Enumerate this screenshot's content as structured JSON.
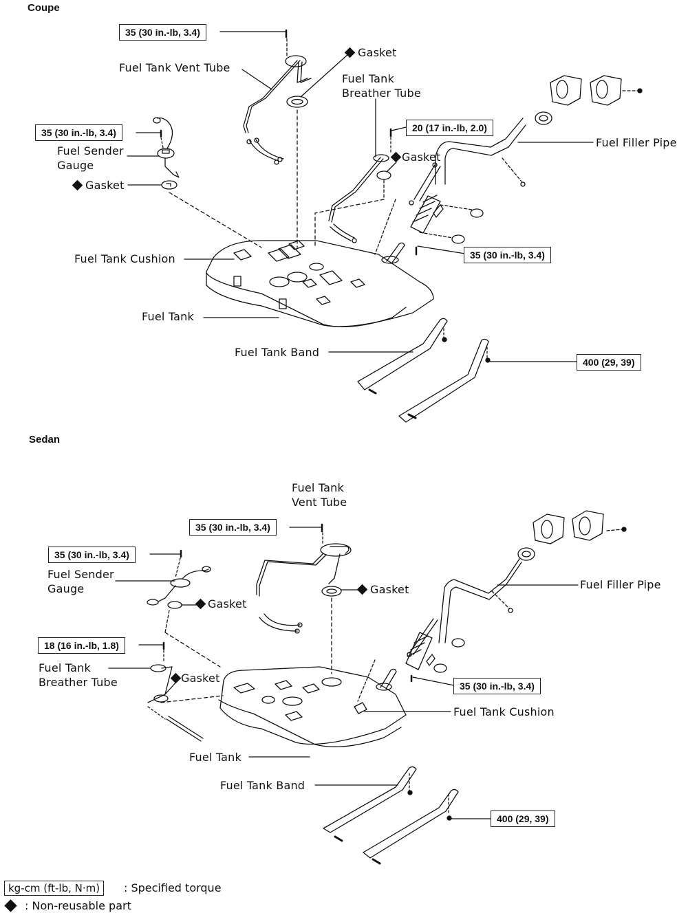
{
  "sections": {
    "coupe": {
      "title": "Coupe",
      "labels": {
        "vent_tube": "Fuel Tank Vent Tube",
        "gasket_top": "Gasket",
        "breather_tube": [
          "Fuel Tank",
          "Breather Tube"
        ],
        "gasket_breather": "Gasket",
        "sender_gauge": [
          "Fuel Sender",
          "Gauge"
        ],
        "gasket_sender": "Gasket",
        "filler_pipe": "Fuel Filler Pipe",
        "tank_cushion": "Fuel Tank Cushion",
        "tank": "Fuel Tank",
        "tank_band": "Fuel Tank Band"
      },
      "torques": {
        "vent_tube_bolt": "35 (30 in.-lb, 3.4)",
        "sender_bolt": "35 (30 in.-lb, 3.4)",
        "breather_bolt": "20 (17 in.-lb, 2.0)",
        "filler_bolt": "35 (30 in.-lb, 3.4)",
        "band_bolt": "400 (29, 39)"
      }
    },
    "sedan": {
      "title": "Sedan",
      "labels": {
        "vent_tube": [
          "Fuel Tank",
          "Vent Tube"
        ],
        "gasket_vent": "Gasket",
        "sender_gauge": [
          "Fuel Sender",
          "Gauge"
        ],
        "gasket_sender": "Gasket",
        "breather_tube": [
          "Fuel Tank",
          "Breather Tube"
        ],
        "gasket_breather": "Gasket",
        "filler_pipe": "Fuel Filler Pipe",
        "tank_cushion": "Fuel Tank Cushion",
        "tank": "Fuel Tank",
        "tank_band": "Fuel Tank Band"
      },
      "torques": {
        "vent_tube_bolt": "35 (30 in.-lb, 3.4)",
        "sender_bolt": "35 (30 in.-lb, 3.4)",
        "breather_bolt": "18 (16 in.-lb, 1.8)",
        "filler_bolt": "35 (30 in.-lb, 3.4)",
        "band_bolt": "400 (29, 39)"
      }
    }
  },
  "legend": {
    "torque_unit": "kg-cm (ft-lb, N·m)",
    "torque_desc": ":  Specified torque",
    "nonreusable_desc": ":  Non-reusable part"
  }
}
